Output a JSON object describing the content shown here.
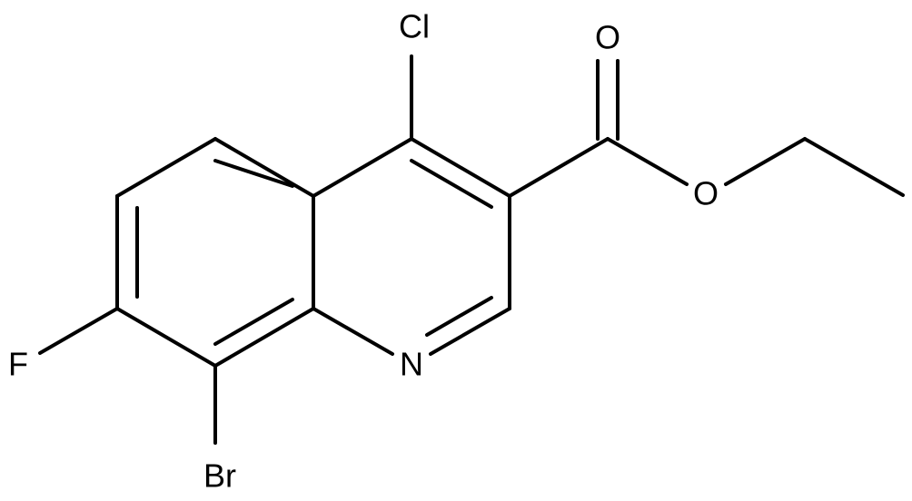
{
  "atoms": {
    "cl": "Cl",
    "o_carbonyl": "O",
    "o_ester": "O",
    "n": "N",
    "f": "F",
    "br": "Br"
  },
  "colors": {
    "bond": "#000000",
    "label": "#000000",
    "background": "#ffffff"
  }
}
